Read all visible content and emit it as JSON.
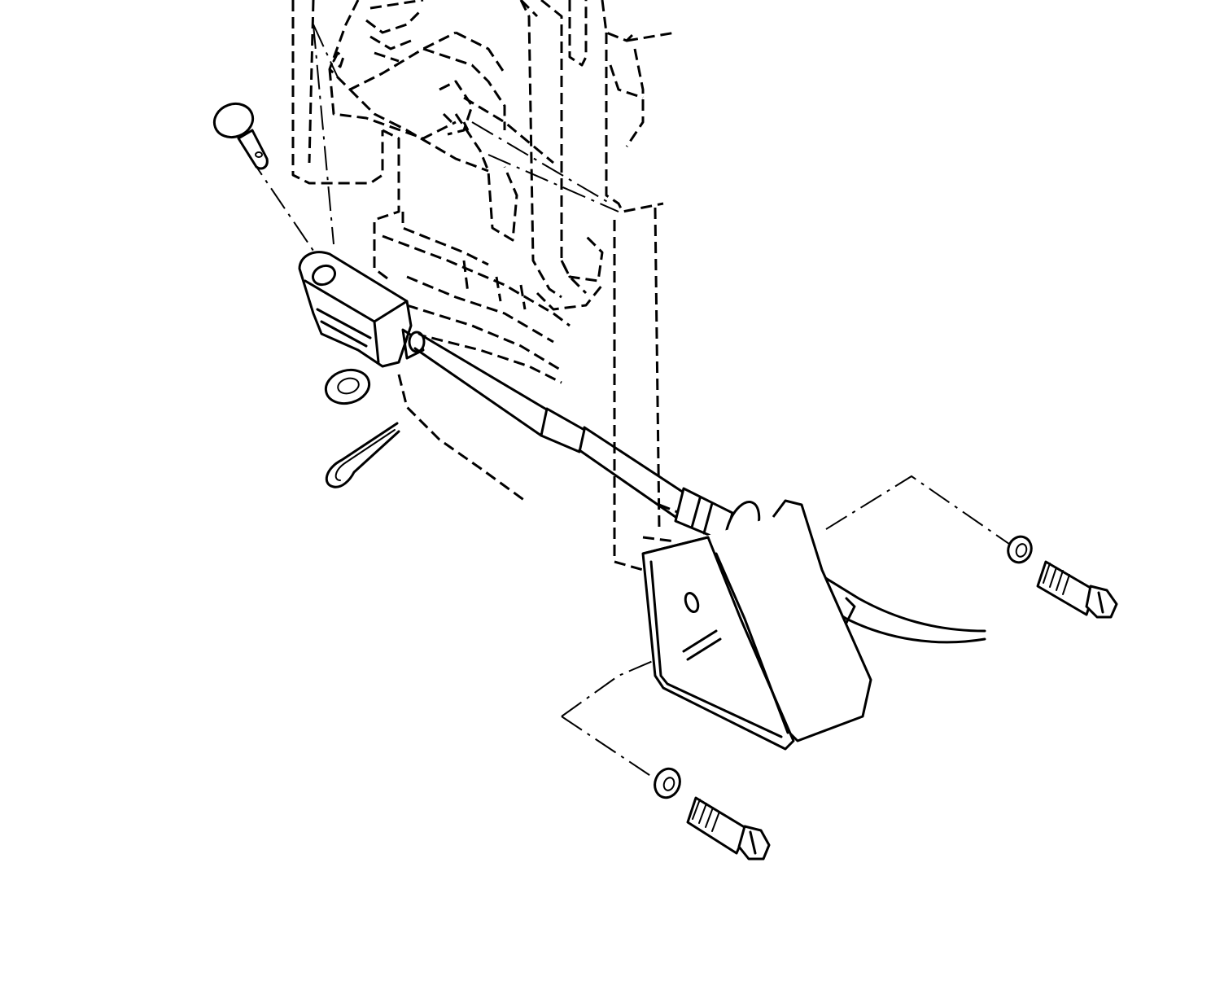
{
  "colors": {
    "line": "#000000",
    "background": "#ffffff"
  },
  "parts": [
    {
      "id": "shift-lever",
      "icon": "shift-lever-icon"
    },
    {
      "id": "clevis-pin",
      "icon": "pin-icon"
    },
    {
      "id": "cable-end-clevis",
      "icon": "clevis-icon"
    },
    {
      "id": "washer",
      "icon": "washer-icon"
    },
    {
      "id": "cotter-pin",
      "icon": "cotter-pin-icon"
    },
    {
      "id": "shift-cable",
      "icon": "cable-icon"
    },
    {
      "id": "mounting-bracket",
      "icon": "bracket-icon"
    },
    {
      "id": "upper-bolt",
      "icon": "bolt-icon"
    },
    {
      "id": "lower-bolt",
      "icon": "bolt-icon"
    },
    {
      "id": "upper-lock-washer",
      "icon": "lock-washer-icon"
    },
    {
      "id": "lower-lock-washer",
      "icon": "lock-washer-icon"
    }
  ]
}
